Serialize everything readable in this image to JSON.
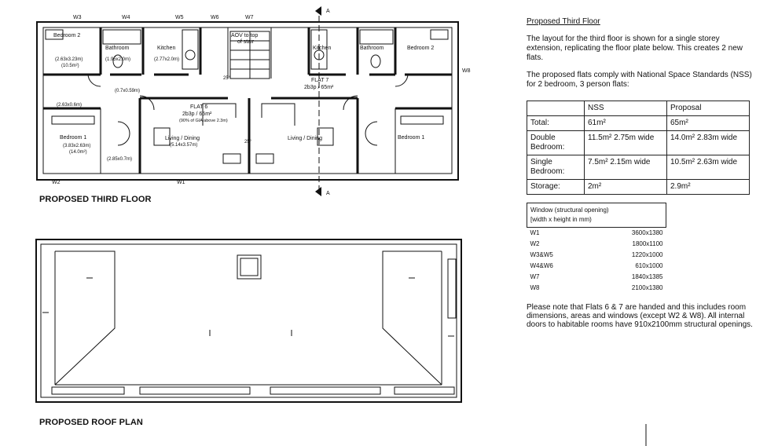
{
  "headings": {
    "third_floor": "PROPOSED THIRD FLOOR",
    "roof_plan": "PROPOSED ROOF PLAN"
  },
  "plan": {
    "windows": {
      "w3": "W3",
      "w4": "W4",
      "w5": "W5",
      "w6": "W6",
      "w7": "W7",
      "w8": "W8",
      "w1": "W1",
      "w2": "W2"
    },
    "section_marker": "A",
    "aov": "AOV to top",
    "aov2": "of stair",
    "rooms": {
      "bedroom2_left": "Bedroom 2",
      "bedroom2_left_dims": "(2.63x3.23m)",
      "bedroom2_left_area": "(10.5m²)",
      "bathroom_left": "Bathroom",
      "bathroom_left_dims": "(1.95x2.0m)",
      "kitchen_left": "Kitchen",
      "kitchen_left_dims": "(2.77x2.0m)",
      "kitchen_right": "Kitchen",
      "bathroom_right": "Bathroom",
      "bedroom2_right": "Bedroom 2",
      "store_dims": "(0.7x0.59m)",
      "hall_dims": "(2.63x0.6m)",
      "bedroom1_left": "Bedroom 1",
      "bedroom1_left_dims": "(3.83x2.63m)",
      "bedroom1_left_area": "(14.0m²)",
      "wardrobe_dims": "(2.85x0.7m)",
      "flat6": "FLAT 6",
      "flat6_info": "2b3p / 65m²",
      "flat6_gia": "(90% of GIA above 2.3m)",
      "living_left": "Living / Dining",
      "living_left_dims": "(5.14x3.57m)",
      "flat7": "FLAT 7",
      "flat7_info": "2b3p / 65m²",
      "living_right": "Living / Dining",
      "bedroom1_right": "Bedroom 1",
      "slope": "25°"
    }
  },
  "panel": {
    "title": "Proposed Third Floor",
    "para1": "The layout for the third floor is shown for a single storey extension, replicating the floor plate below.  This creates 2 new flats.",
    "para2": "The proposed flats comply with National Space Standards (NSS) for 2 bedroom, 3 person flats:",
    "nss_table": {
      "header": [
        "",
        "NSS",
        "Proposal"
      ],
      "rows": [
        {
          "label": "Total:",
          "nss": "61m²",
          "proposal": "65m²"
        },
        {
          "label": "Double Bedroom:",
          "nss": "11.5m² 2.75m wide",
          "proposal": "14.0m² 2.83m wide"
        },
        {
          "label": "Single Bedroom:",
          "nss": "7.5m² 2.15m wide",
          "proposal": "10.5m² 2.63m wide"
        },
        {
          "label": "Storage:",
          "nss": "2m²",
          "proposal": "2.9m²"
        }
      ]
    },
    "window_table": {
      "title": "Window (structural opening)",
      "subtitle": "[width x height in mm)",
      "rows": [
        {
          "name": "W1",
          "size": "3600x1380"
        },
        {
          "name": "W2",
          "size": "1800x1100"
        },
        {
          "name": "W3&W5",
          "size": "1220x1000"
        },
        {
          "name": "W4&W6",
          "size": "610x1000"
        },
        {
          "name": "W7",
          "size": "1840x1385"
        },
        {
          "name": "W8",
          "size": "2100x1380"
        }
      ]
    },
    "note": "Please note that Flats 6 & 7 are handed and this includes room dimensions, areas and windows (except W2 & W8). All internal doors to habitable rooms have 910x2100mm structural openings."
  }
}
